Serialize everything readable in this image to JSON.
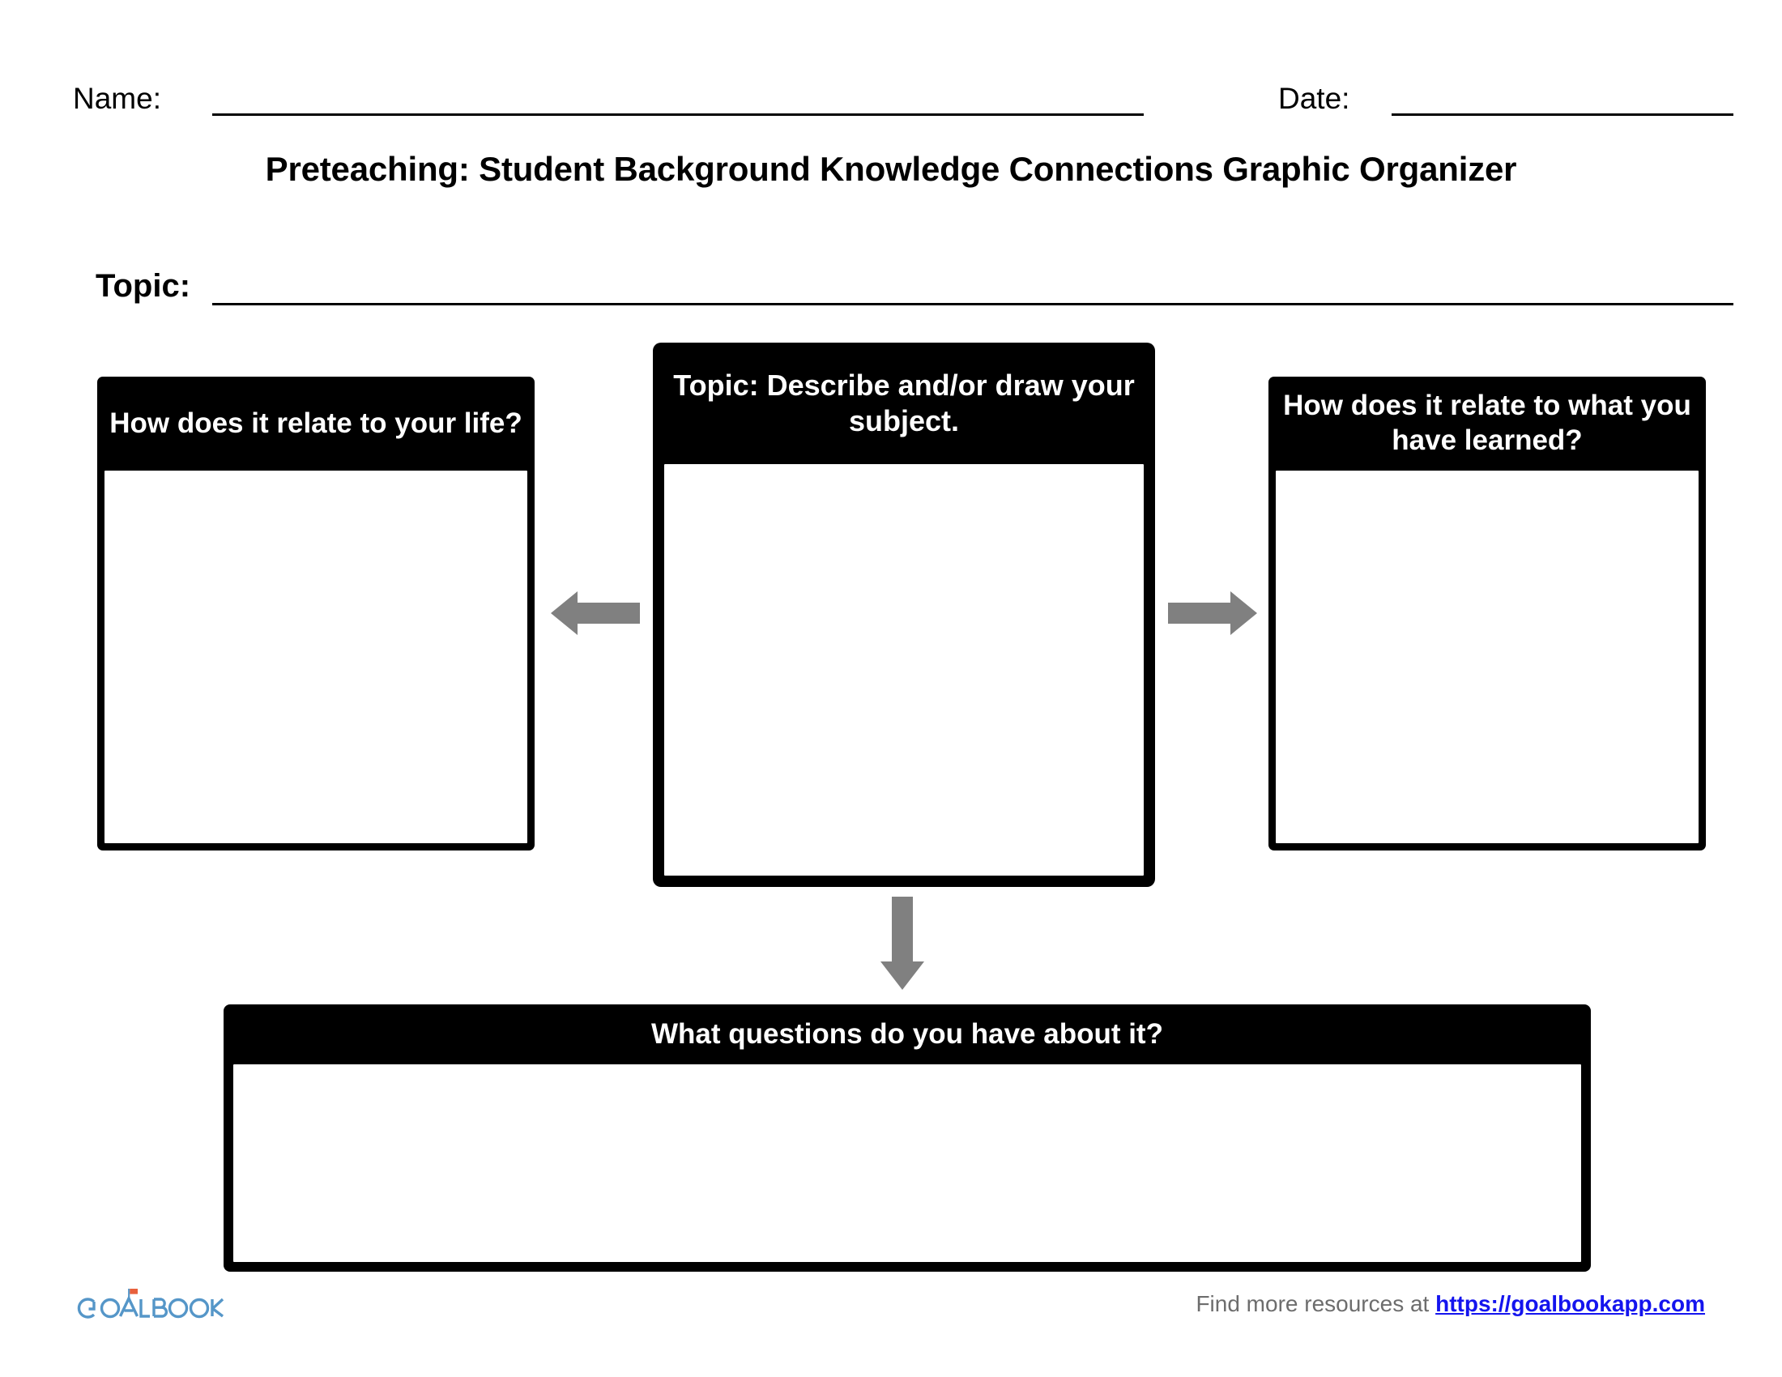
{
  "document": {
    "title": "Preteaching: Student Background Knowledge Connections Graphic Organizer"
  },
  "header": {
    "name_label": "Name:",
    "date_label": "Date:"
  },
  "topic": {
    "label": "Topic:"
  },
  "boxes": {
    "left": {
      "heading": "How does it relate to your life?",
      "content": ""
    },
    "center": {
      "heading": "Topic: Describe and/or draw your subject.",
      "content": ""
    },
    "right": {
      "heading": "How does it relate to what you have learned?",
      "content": ""
    },
    "bottom": {
      "heading": "What questions do you have about it?",
      "content": ""
    }
  },
  "arrows": [
    {
      "name": "arrow-left-icon",
      "direction": "left"
    },
    {
      "name": "arrow-right-icon",
      "direction": "right"
    },
    {
      "name": "arrow-down-icon",
      "direction": "down"
    }
  ],
  "footer": {
    "logo_text": "GOALBOOK",
    "note": "Find more resources at ",
    "link_text": "https://goalbookapp.com"
  },
  "colors": {
    "box_fill": "#000000",
    "box_body": "#ffffff",
    "arrow": "#808080",
    "logo_blue": "#5596c8",
    "logo_flag": "#e8603c",
    "link_blue": "#1414ee",
    "note_gray": "#6d6d6d"
  }
}
